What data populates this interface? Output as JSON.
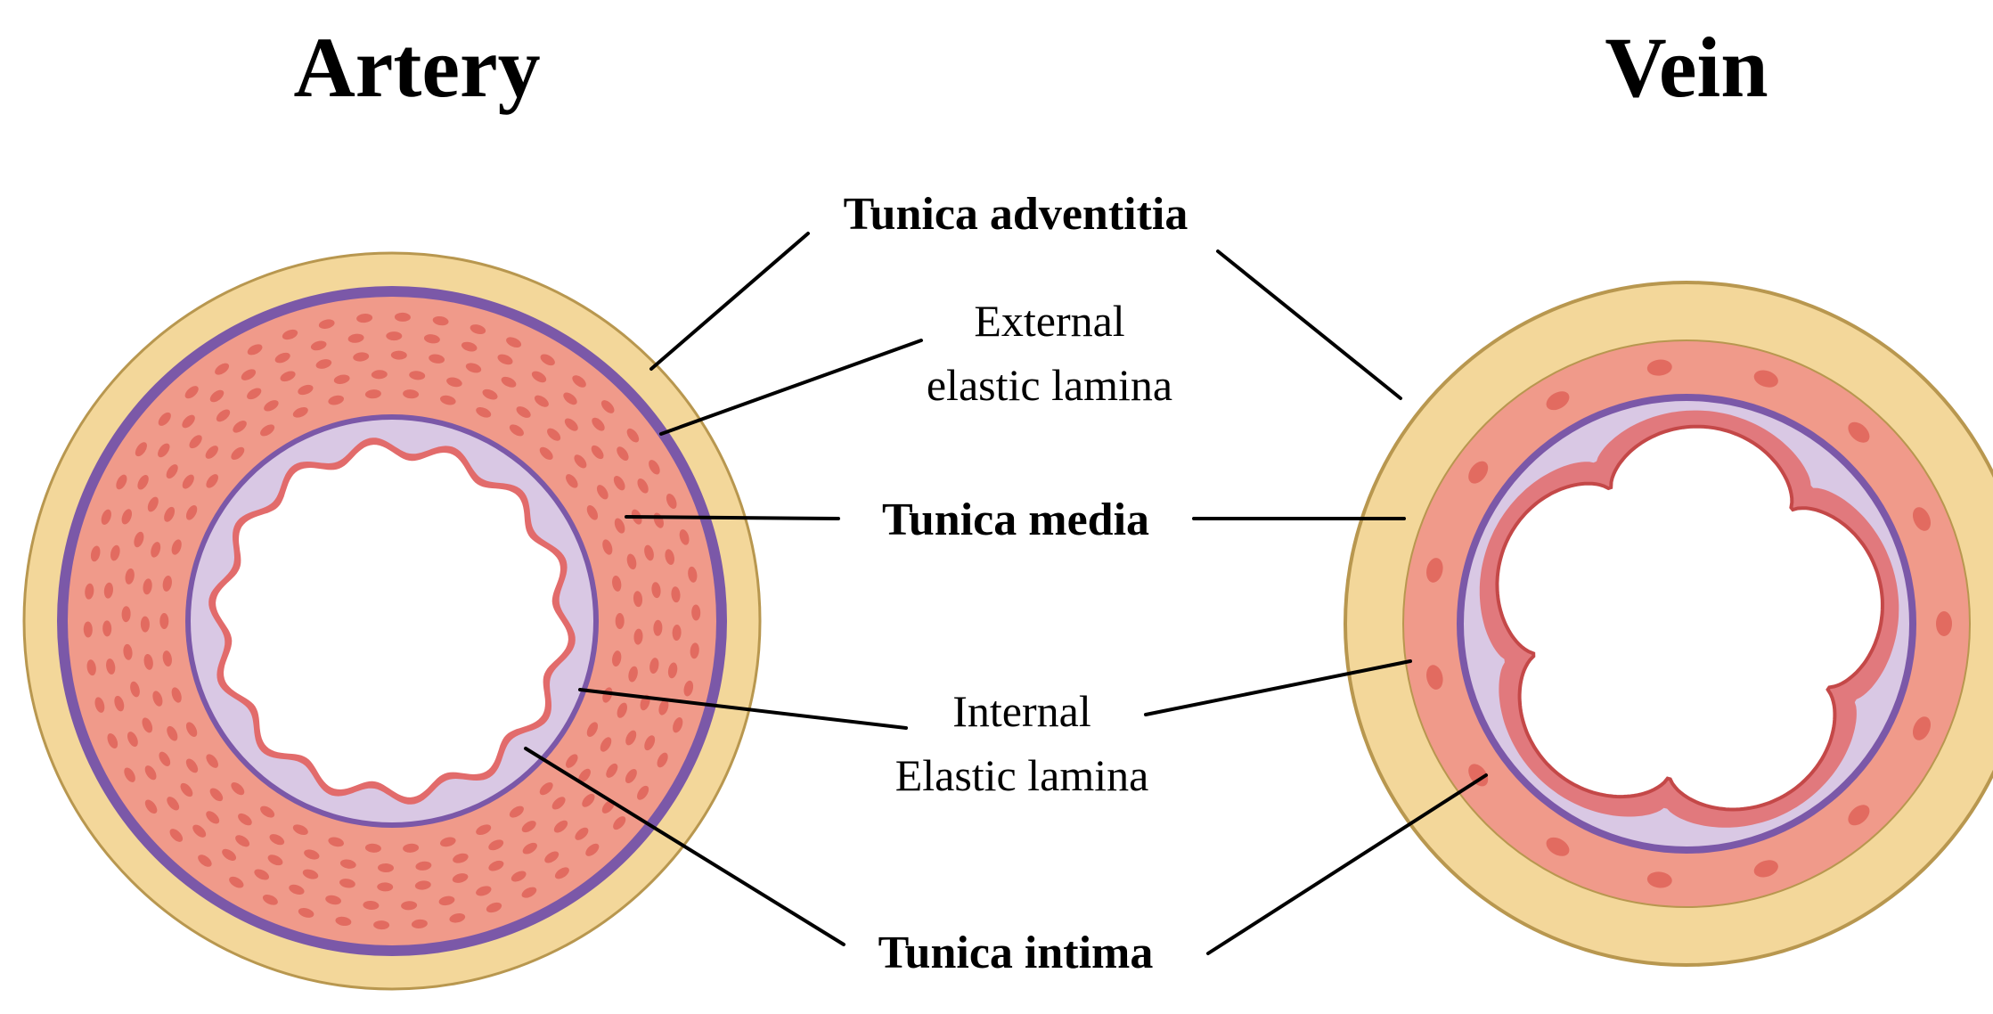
{
  "titles": {
    "artery": "Artery",
    "vein": "Vein"
  },
  "labels": {
    "tunica_adventitia": "Tunica adventitia",
    "external_elastic_lamina_line1": "External",
    "external_elastic_lamina_line2": "elastic lamina",
    "tunica_media": "Tunica media",
    "internal_elastic_lamina_line1": "Internal",
    "internal_elastic_lamina_line2": "Elastic lamina",
    "tunica_intima": "Tunica intima"
  },
  "colors": {
    "adventitia": "#f3d79a",
    "adventitia_edge": "#b8974f",
    "media": "#f09a8a",
    "media_cell": "#de5f55",
    "elastic_lamina": "#7b58a8",
    "intima_band": "#d9c8e4",
    "endothelium": "#e26b6b",
    "lumen": "#ffffff"
  }
}
